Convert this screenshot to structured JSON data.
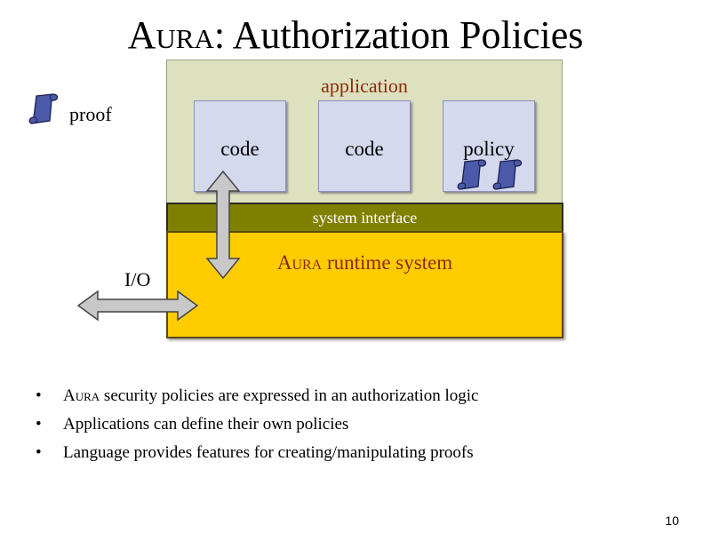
{
  "title": {
    "small_caps": "Aura",
    "rest": ": Authorization Policies"
  },
  "diagram": {
    "application_label": "application",
    "boxes": [
      "code",
      "code",
      "policy"
    ],
    "system_interface_label": "system interface",
    "runtime_label": {
      "small_caps": "Aura",
      "rest": " runtime system"
    },
    "legend_label": "proof",
    "io_label": "I/O",
    "colors": {
      "application": "#dde1bf",
      "inner_box": "#d4d9ee",
      "system_interface": "#808000",
      "runtime": "#ffcc00",
      "label_red": "#8b2a0a",
      "proof_icon": "#4a5aa8"
    }
  },
  "bullets": [
    {
      "small_caps": "Aura",
      "rest": " security policies are expressed in an authorization logic"
    },
    {
      "small_caps": "",
      "rest": "Applications can define their own policies"
    },
    {
      "small_caps": "",
      "rest": "Language provides features for creating/manipulating proofs"
    }
  ],
  "bullet_glyph": "•",
  "page_number": "10"
}
